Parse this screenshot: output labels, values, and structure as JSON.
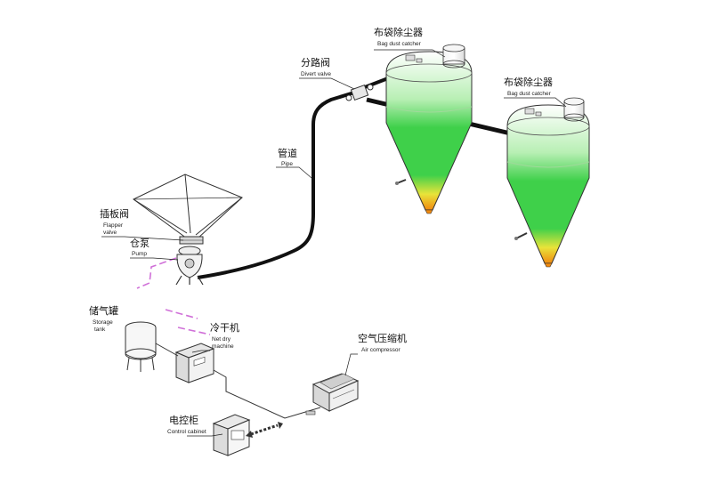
{
  "labels": {
    "bag_dust_catcher_1": {
      "cn": "布袋除尘器",
      "en": "Bag dust catcher"
    },
    "bag_dust_catcher_2": {
      "cn": "布袋除尘器",
      "en": "Bag dust catcher"
    },
    "divert_valve": {
      "cn": "分路阀",
      "en": "Divert valve"
    },
    "pipe": {
      "cn": "管道",
      "en": "Pipe"
    },
    "flapper_valve": {
      "cn": "插板阀",
      "en1": "Flapper",
      "en2": "valve"
    },
    "pump": {
      "cn": "仓泵",
      "en": "Pump"
    },
    "storage_tank": {
      "cn": "储气罐",
      "en1": "Storage",
      "en2": "tank"
    },
    "dryer": {
      "cn": "冷干机",
      "en1": "Net dry",
      "en2": "machine"
    },
    "air_compressor": {
      "cn": "空气压缩机",
      "en": "Air compressor"
    },
    "control_cabinet": {
      "cn": "电控柜",
      "en": "Control cabinet"
    }
  },
  "colors": {
    "pipe": "#111111",
    "air_line": "#d070d8",
    "silo_green": "#3fd04a",
    "silo_yellow": "#f2e030",
    "silo_orange": "#f08a10"
  }
}
